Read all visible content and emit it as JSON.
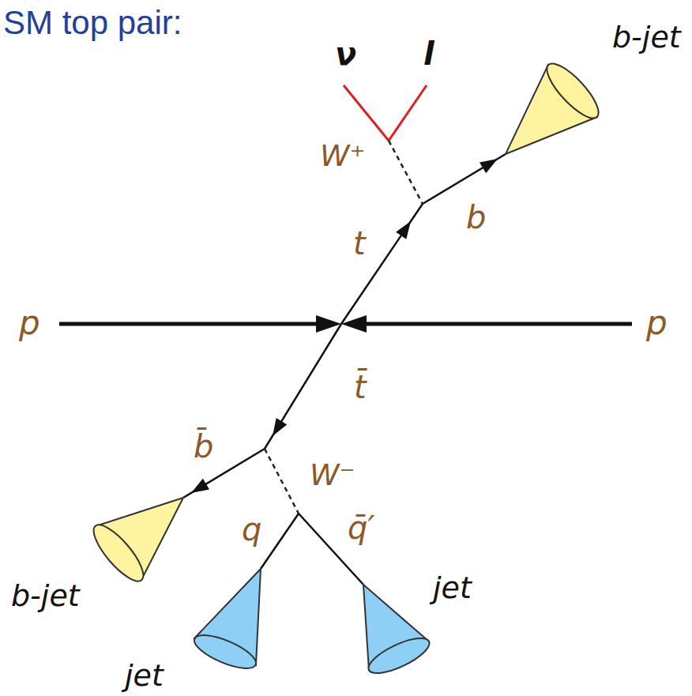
{
  "diagram": {
    "title": "SM top pair:",
    "labels": [
      "ν",
      "l",
      "b-jet",
      "W⁺",
      "b",
      "t",
      "p",
      "p",
      "t̄",
      "b̄",
      "W⁻",
      "q",
      "q̄′",
      "b-jet",
      "jet",
      "jet"
    ]
  }
}
